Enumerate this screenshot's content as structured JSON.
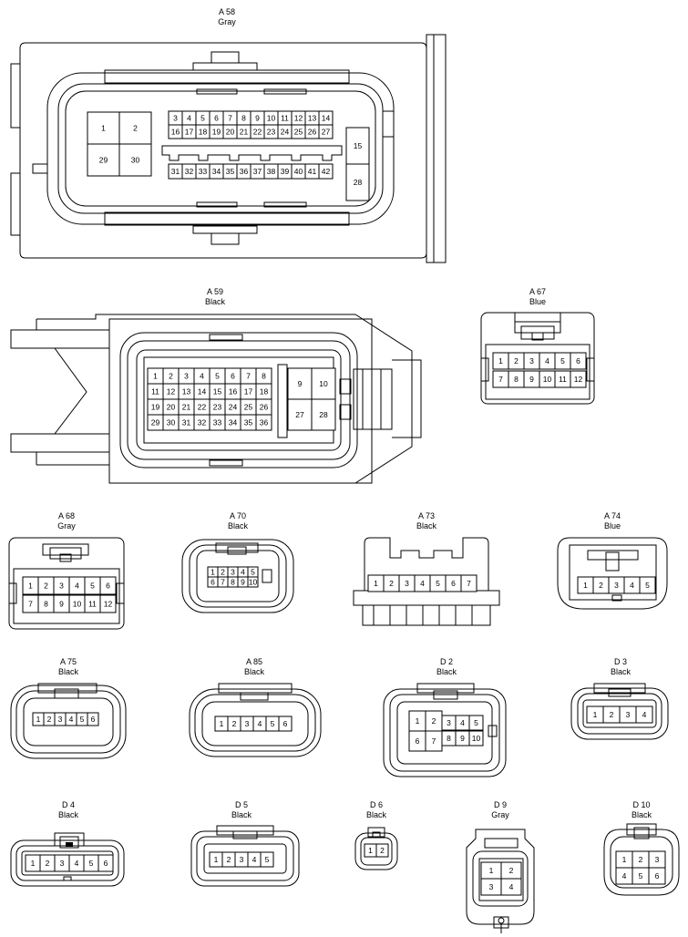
{
  "connectors": [
    {
      "id": "A 58",
      "color": "Gray",
      "row1": [
        "3",
        "4",
        "5",
        "6",
        "7",
        "8",
        "9",
        "10",
        "11",
        "12",
        "13",
        "14"
      ],
      "row2": [
        "16",
        "17",
        "18",
        "19",
        "20",
        "21",
        "22",
        "23",
        "24",
        "25",
        "26",
        "27"
      ],
      "row3": [
        "31",
        "32",
        "33",
        "34",
        "35",
        "36",
        "37",
        "38",
        "39",
        "40",
        "41",
        "42"
      ],
      "big": [
        "1",
        "2",
        "29",
        "30"
      ],
      "side": [
        "15",
        "28"
      ]
    },
    {
      "id": "A 59",
      "color": "Black",
      "grid": [
        [
          "1",
          "2",
          "3",
          "4",
          "5",
          "6",
          "7",
          "8"
        ],
        [
          "11",
          "12",
          "13",
          "14",
          "15",
          "16",
          "17",
          "18"
        ],
        [
          "19",
          "20",
          "21",
          "22",
          "23",
          "24",
          "25",
          "26"
        ],
        [
          "29",
          "30",
          "31",
          "32",
          "33",
          "34",
          "35",
          "36"
        ]
      ],
      "big": [
        "9",
        "10",
        "27",
        "28"
      ]
    },
    {
      "id": "A 67",
      "color": "Blue",
      "rows": [
        [
          "1",
          "2",
          "3",
          "4",
          "5",
          "6"
        ],
        [
          "7",
          "8",
          "9",
          "10",
          "11",
          "12"
        ]
      ]
    },
    {
      "id": "A 68",
      "color": "Gray",
      "rows": [
        [
          "1",
          "2",
          "3",
          "4",
          "5",
          "6"
        ],
        [
          "7",
          "8",
          "9",
          "10",
          "11",
          "12"
        ]
      ]
    },
    {
      "id": "A 70",
      "color": "Black",
      "rows": [
        [
          "1",
          "2",
          "3",
          "4",
          "5"
        ],
        [
          "6",
          "7",
          "8",
          "9",
          "10"
        ]
      ]
    },
    {
      "id": "A 73",
      "color": "Black",
      "rows": [
        [
          "1",
          "2",
          "3",
          "4",
          "5",
          "6",
          "7"
        ]
      ]
    },
    {
      "id": "A 74",
      "color": "Blue",
      "rows": [
        [
          "1",
          "2",
          "3",
          "4",
          "5"
        ]
      ]
    },
    {
      "id": "A 75",
      "color": "Black",
      "rows": [
        [
          "1",
          "2",
          "3",
          "4",
          "5",
          "6"
        ]
      ]
    },
    {
      "id": "A 85",
      "color": "Black",
      "rows": [
        [
          "1",
          "2",
          "3",
          "4",
          "5",
          "6"
        ]
      ]
    },
    {
      "id": "D 2",
      "color": "Black",
      "big": [
        "1",
        "2",
        "6",
        "7"
      ],
      "rows": [
        [
          "3",
          "4",
          "5"
        ],
        [
          "8",
          "9",
          "10"
        ]
      ]
    },
    {
      "id": "D 3",
      "color": "Black",
      "rows": [
        [
          "1",
          "2",
          "3",
          "4"
        ]
      ]
    },
    {
      "id": "D 4",
      "color": "Black",
      "rows": [
        [
          "1",
          "2",
          "3",
          "4",
          "5",
          "6"
        ]
      ]
    },
    {
      "id": "D 5",
      "color": "Black",
      "rows": [
        [
          "1",
          "2",
          "3",
          "4",
          "5"
        ]
      ]
    },
    {
      "id": "D 6",
      "color": "Black",
      "rows": [
        [
          "1",
          "2"
        ]
      ]
    },
    {
      "id": "D 9",
      "color": "Gray",
      "big": [
        "1",
        "2",
        "3",
        "4"
      ]
    },
    {
      "id": "D 10",
      "color": "Black",
      "rows": [
        [
          "1",
          "2",
          "3"
        ],
        [
          "4",
          "5",
          "6"
        ]
      ]
    }
  ]
}
